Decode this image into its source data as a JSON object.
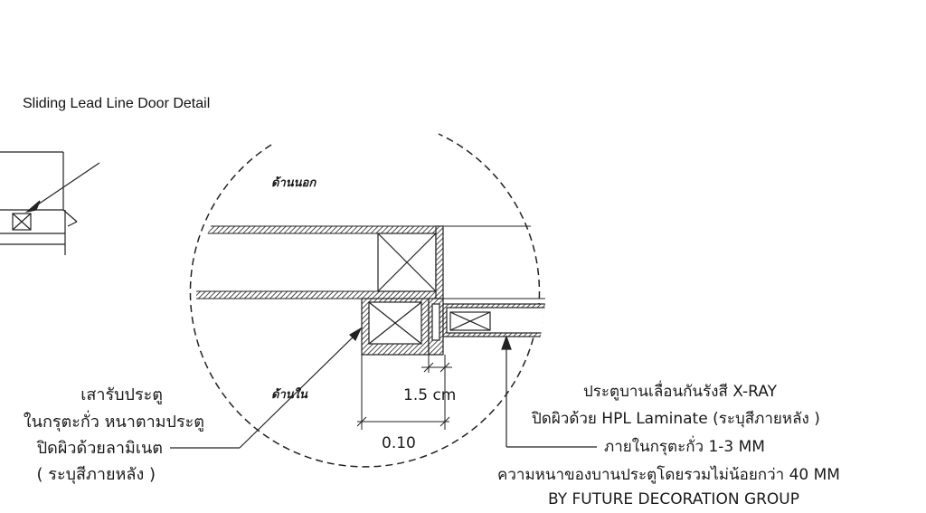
{
  "title": "Sliding Lead Line Door Detail",
  "labels": {
    "outside": "ด้านนอก",
    "inside": "ด้านใน",
    "gap_dim": "1.5 cm",
    "frame_dim": "0.10"
  },
  "left_note": [
    "เสารับประตู",
    "ในกรุตะกั่ว หนาตามประตู",
    "ปิดผิวด้วยลามิเนต",
    "( ระบุสีภายหลัง )"
  ],
  "right_note": [
    "ประตูบานเลื่อนกันรังสี X-RAY",
    "ปิดผิวด้วย HPL Laminate (ระบุสีภายหลัง )",
    "ภายในกรุตะกั่ว 1-3 MM",
    "ความหนาของบานประตูโดยรวมไม่น้อยกว่า 40 MM",
    "BY FUTURE DECORATION GROUP"
  ]
}
